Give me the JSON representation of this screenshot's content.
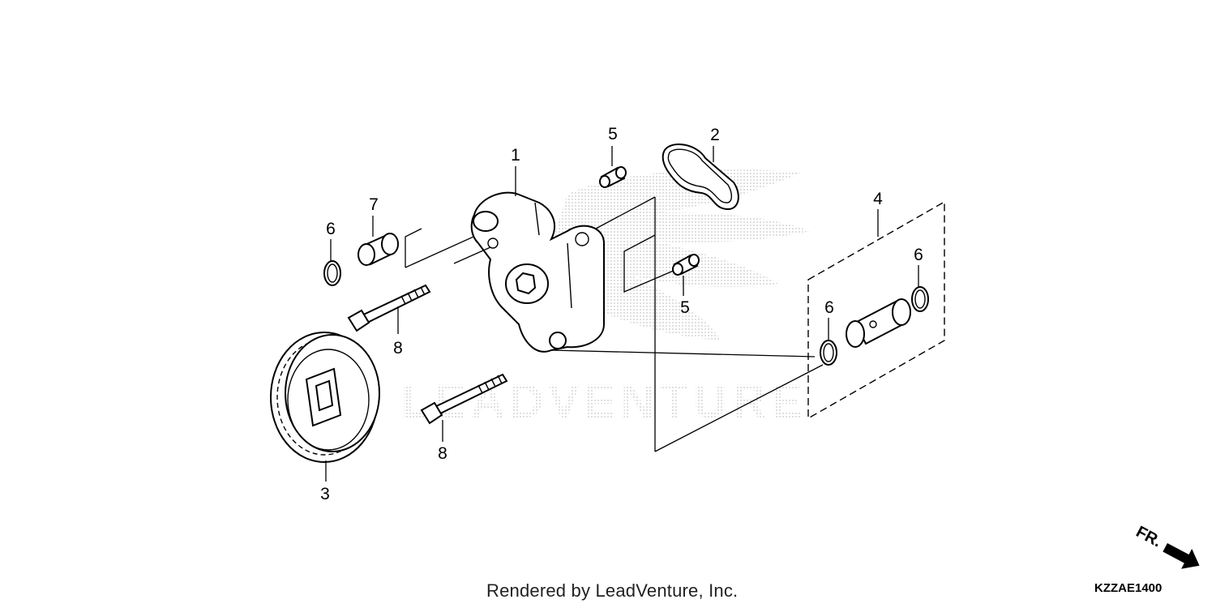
{
  "callouts": {
    "c1": "1",
    "c2": "2",
    "c3": "3",
    "c4": "4",
    "c5a": "5",
    "c5b": "5",
    "c6a": "6",
    "c6b": "6",
    "c6c": "6",
    "c7": "7",
    "c8a": "8",
    "c8b": "8"
  },
  "direction_label": "FR.",
  "watermark_text": "LEADVENTURE",
  "footer": "Rendered by LeadVenture, Inc.",
  "diagram_code": "KZZAE1400",
  "colors": {
    "line": "#000000",
    "watermark": "#d9d9d9",
    "background": "#ffffff"
  }
}
